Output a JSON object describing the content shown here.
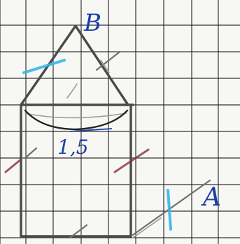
{
  "labels": {
    "point_top": "B",
    "point_right": "A",
    "measure": "1,5"
  },
  "colors": {
    "paper": "#f7f7f4",
    "grid": "#1e1e1e",
    "pencil": "#4a4a4a",
    "blue_ink": "#1b3ea8",
    "cyan_marker": "#38b6e8",
    "red_pencil": "#8a3040"
  }
}
